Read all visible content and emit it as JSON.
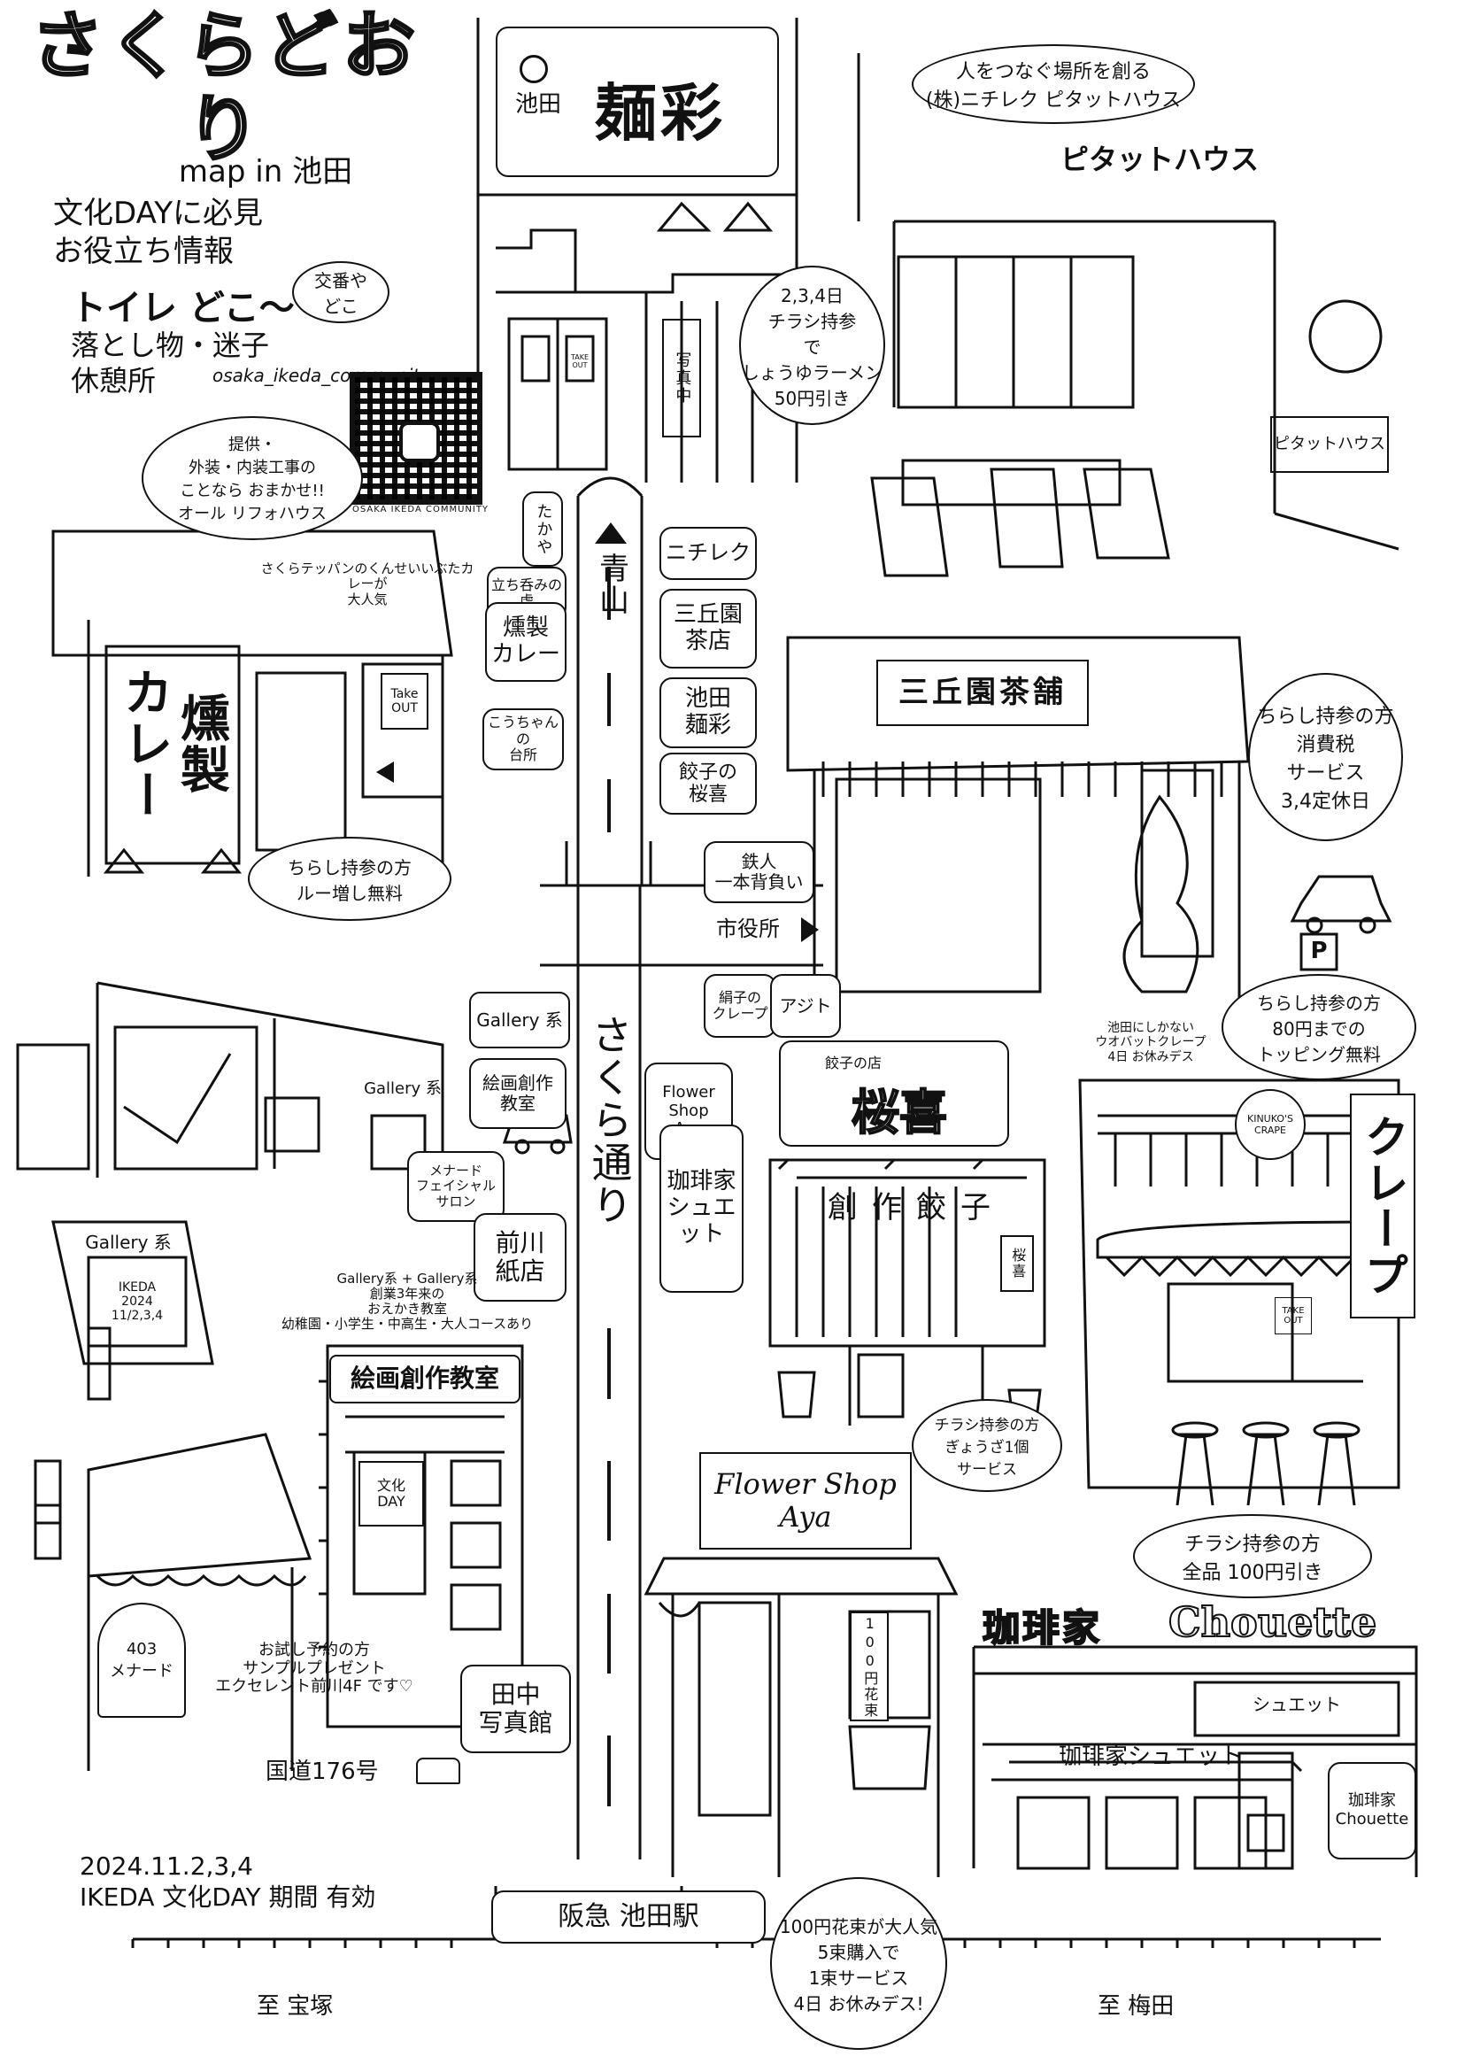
{
  "header": {
    "title": "さくらどおり",
    "subtitle": "map in 池田",
    "intro": "文化DAYに必見\nお役立ち情報",
    "toilet": "トイレ どこ〜",
    "koban": "交番や\nどこ",
    "lost": "落とし物・迷子",
    "rest": "休憩所",
    "instagram": "osaka_ikeda_community",
    "qr_caption": "OSAKA IKEDA COMMUNITY",
    "sponsor": "提供・\n外装・内装工事の\nことなら おまかせ!!\nオール リフォハウス"
  },
  "street": {
    "main_name": "さくら通り",
    "north_arrow": "青山",
    "road": "国道176号",
    "period": "2024.11.2,3,4\nIKEDA 文化DAY 期間 有効",
    "station": "阪急 池田駅",
    "west": "至 宝塚",
    "east": "至 梅田",
    "city_hall": "市役所"
  },
  "left_tags": [
    {
      "id": "takaya",
      "text": "たかや",
      "vertical": true
    },
    {
      "id": "tachinomi",
      "text": "立ち呑みの\n虎",
      "vertical": false
    },
    {
      "id": "kunsei",
      "text": "燻製\nカレー",
      "vertical": false
    },
    {
      "id": "kouchan",
      "text": "こうちゃんの\n台所",
      "vertical": false
    },
    {
      "id": "gallery-kei",
      "text": "Gallery 系",
      "vertical": false
    },
    {
      "id": "kaiga",
      "text": "絵画創作\n教室",
      "vertical": false
    },
    {
      "id": "menard-tag",
      "text": "メナード\nフェイシャル\nサロン",
      "vertical": false
    },
    {
      "id": "maekawa",
      "text": "前川\n紙店",
      "vertical": false
    },
    {
      "id": "tanaka",
      "text": "田中\n写真館",
      "vertical": false
    }
  ],
  "right_tags": [
    {
      "id": "nichireku",
      "text": "ニチレク"
    },
    {
      "id": "mikaen",
      "text": "三丘園\n茶店"
    },
    {
      "id": "mensai",
      "text": "池田\n麺彩"
    },
    {
      "id": "gyoza",
      "text": "餃子の\n桜喜"
    },
    {
      "id": "tetsujin",
      "text": "鉄人\n一本背負い"
    },
    {
      "id": "kinuko",
      "text": "絹子の\nクレープ"
    },
    {
      "id": "ajito",
      "text": "アジト"
    },
    {
      "id": "flower",
      "text": "Flower\nShop\nAya"
    },
    {
      "id": "coffee",
      "text": "珈琲家\nシュエット"
    }
  ],
  "shops": {
    "mensai": {
      "name_small": "池田",
      "name": "麺彩",
      "note": "写真中",
      "takeout": "TAKE OUT",
      "promo": "2,3,4日\nチラシ持参\nで\nしょうゆラーメン\n50円引き"
    },
    "pitat": {
      "tagline": "人をつなぐ場所を創る\n(株)ニチレク ピタットハウス",
      "sign": "ピタットハウス",
      "side": "ピタットハウス"
    },
    "kunsei": {
      "note": "さくらテッパンのくんせいいぶたカレーが\n大人気",
      "big": "燻製\nカレー",
      "takeout": "Take\nOUT",
      "promo": "ちらし持参の方\nルー増し無料"
    },
    "mikaen": {
      "sign": "三丘園茶舗",
      "promo": "ちらし持参の方\n消費税\nサービス\n3,4定休日",
      "parking": "P"
    },
    "gallery": {
      "sign": "Gallery 系",
      "board_title": "Gallery 系",
      "board_sub": "IKEDA\n2024\n11/2,3,4",
      "note": "Gallery系 + Gallery系\n創業3年来の\nおえかき教室\n幼稚園・小学生・中高生・大人コースあり"
    },
    "kaiga": {
      "sign": "絵画創作教室",
      "window": "文化\nDAY"
    },
    "menard": {
      "door": "403\nメナード",
      "promo": "お試し予約の方\nサンプルプレゼント\nエクセレント前川4F です♡"
    },
    "gyoza": {
      "sign_small": "餃子の店",
      "sign": "桜喜",
      "banner": "創作餃子",
      "side": "桜喜",
      "promo": "チラシ持参の方\nぎょうざ1個\nサービス"
    },
    "crepe": {
      "promo": "ちらし持参の方\n80円までの\nトッピング無料",
      "note": "池田にしかない\nウオバットクレープ\n4日 お休みデス",
      "badge": "KINUKO'S\nCRAPE",
      "vertical": "クレープ",
      "takeout": "TAKE\nOUT"
    },
    "flower": {
      "sign": "Flower Shop\nAya",
      "tag": "100円花束",
      "promo": "100円花束が大人気\n5束購入で\n1束サービス\n4日 お休みデス!"
    },
    "chouette": {
      "sign_jp": "珈琲家",
      "sign_en": "Chouette",
      "sub": "シュエット",
      "awning": "珈琲家シュエット",
      "board": "珈琲家\nChouette",
      "promo": "チラシ持参の方\n全品 100円引き"
    }
  }
}
